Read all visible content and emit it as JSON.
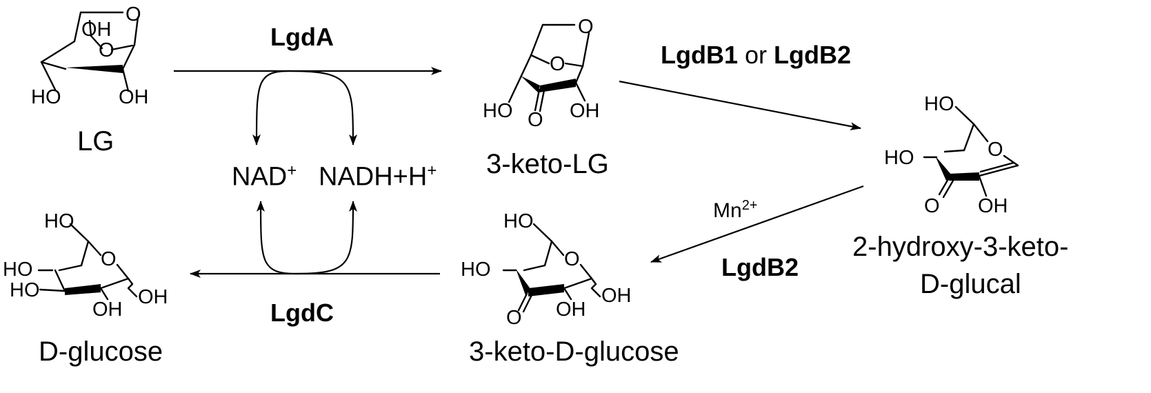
{
  "compounds": {
    "lg": {
      "name": "LG"
    },
    "keto_lg": {
      "name": "3-keto-LG"
    },
    "glucal": {
      "line1": "2-hydroxy-3-keto-",
      "line2_prefix": "D",
      "line2_rest": "-glucal"
    },
    "keto_glucose": {
      "prefix": "3-keto-",
      "sc": "D",
      "rest": "-glucose"
    },
    "glucose": {
      "sc": "D",
      "rest": "-glucose"
    }
  },
  "enzymes": {
    "lgda": "LgdA",
    "lgdb1": "LgdB1",
    "or": "or",
    "lgdb2_top": "LgdB2",
    "lgdb2_bottom": "LgdB2",
    "lgdc": "LgdC"
  },
  "cofactors": {
    "nad": "NAD",
    "nad_charge": "+",
    "nadh": "NADH+H",
    "nadh_charge": "+",
    "metal": "Mn",
    "metal_charge": "2+"
  },
  "atoms": {
    "O": "O",
    "OH": "OH",
    "HO": "HO"
  }
}
